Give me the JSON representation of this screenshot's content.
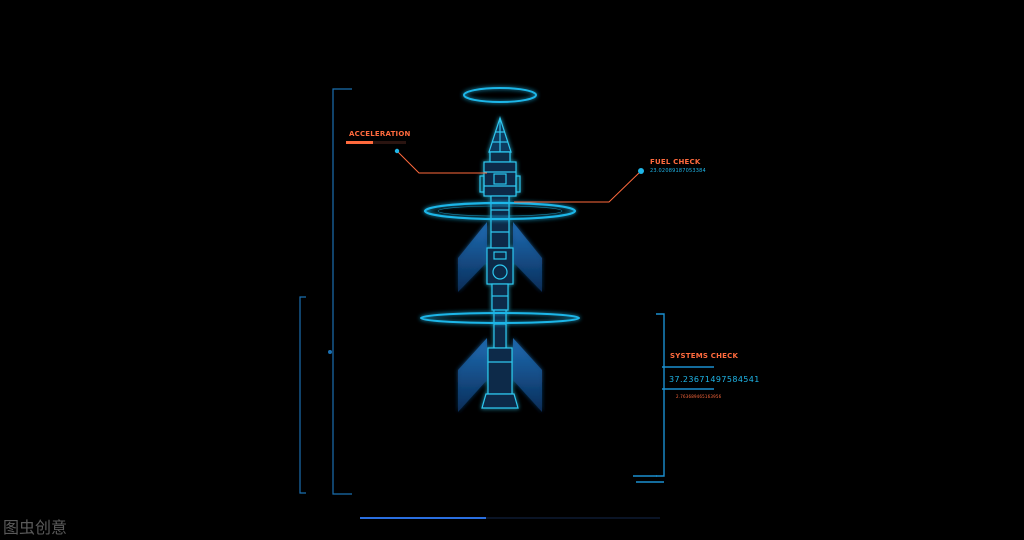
{
  "colors": {
    "primary": "#1fb6e8",
    "accent": "#ff6a3d",
    "dim_blue": "#1a6fb0",
    "background": "#000000"
  },
  "acceleration": {
    "label": "ACCELERATION",
    "level": 0.45
  },
  "fuel_check": {
    "label": "FUEL CHECK",
    "value": "23.02089187053384"
  },
  "systems_check": {
    "label": "SYSTEMS CHECK",
    "value": "37.23671497584541",
    "sub_value": "2.763689465163956"
  },
  "progress": {
    "level": 0.42
  },
  "watermark": "图虫创意",
  "icons": {
    "graphic": "rocket-blueprint-icon"
  }
}
